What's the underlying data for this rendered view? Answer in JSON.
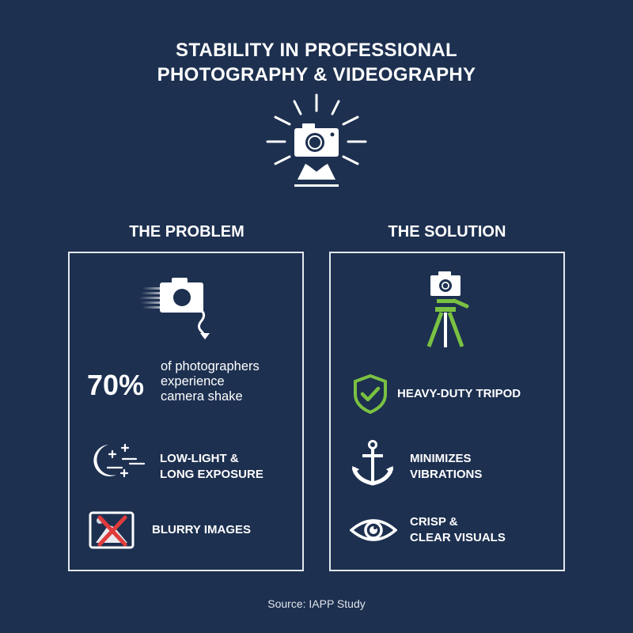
{
  "title": {
    "line1": "STABILITY IN PROFESSIONAL",
    "line2": "PHOTOGRAPHY & VIDEOGRAPHY"
  },
  "hero_icon": "camera-spotlight-icon",
  "colors": {
    "background": "#1d3050",
    "accent_green": "#7ac142",
    "alert_red": "#e03c3c",
    "text": "#ffffff"
  },
  "problem": {
    "heading": "THE PROBLEM",
    "icon": "shaking-camera-icon",
    "stat": {
      "value": "70%",
      "line1": "of photographers",
      "line2": "experience",
      "line3": "camera shake"
    },
    "items": [
      {
        "icon": "moon-stars-icon",
        "line1": "LOW-LIGHT &",
        "line2": "LONG EXPOSURE"
      },
      {
        "icon": "blurry-image-x-icon",
        "line1": "BLURRY IMAGES"
      }
    ]
  },
  "solution": {
    "heading": "THE SOLUTION",
    "icon": "camera-tripod-icon",
    "items": [
      {
        "icon": "shield-check-icon",
        "line1": "HEAVY-DUTY TRIPOD"
      },
      {
        "icon": "anchor-icon",
        "line1": "MINIMIZES",
        "line2": "VIBRATIONS"
      },
      {
        "icon": "eye-icon",
        "line1": "CRISP &",
        "line2": "CLEAR VISUALS"
      }
    ]
  },
  "source": "Source: IAPP Study"
}
